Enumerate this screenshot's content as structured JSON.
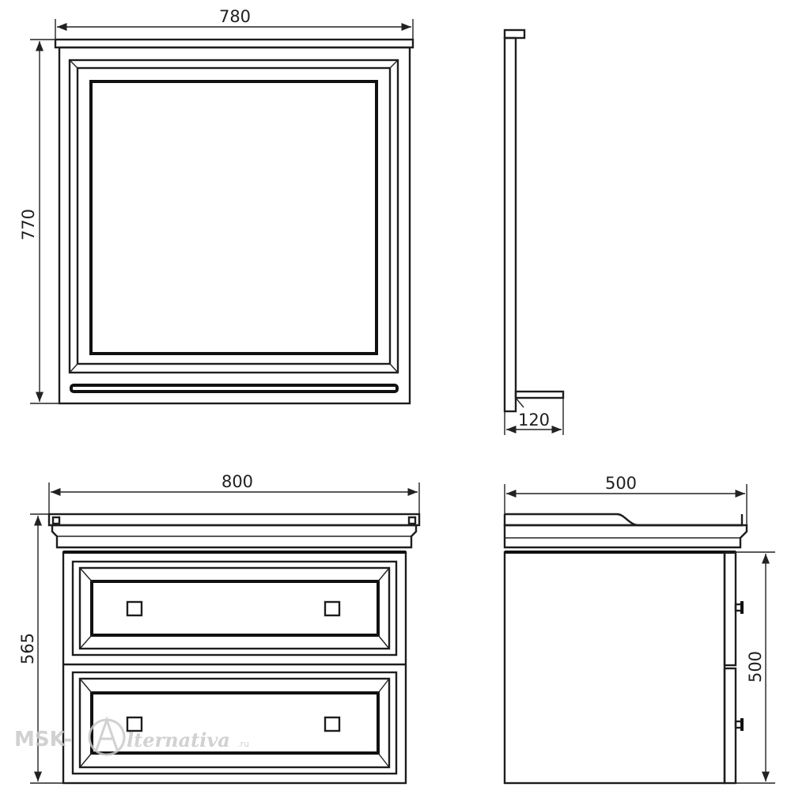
{
  "dimensions": {
    "mirror_width": "780",
    "mirror_height": "770",
    "mirror_depth": "120",
    "cabinet_width": "800",
    "cabinet_height": "565",
    "cabinet_depth": "500",
    "cabinet_side_height": "500"
  },
  "watermark": {
    "brand": "MSK-",
    "script": "lternativa",
    "tld": ".ru"
  },
  "colors": {
    "line": "#1e1e1e",
    "watermark": "#c9c9c9"
  }
}
